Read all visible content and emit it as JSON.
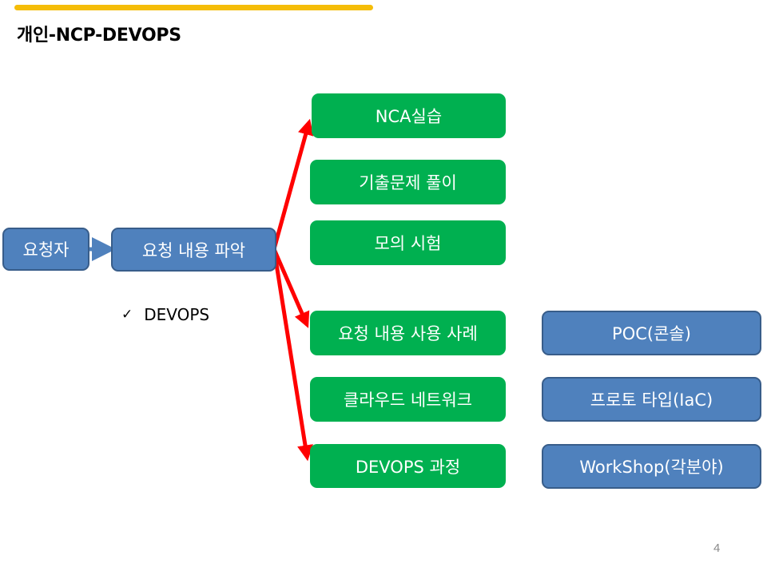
{
  "slide": {
    "title": "개인-NCP-DEVOPS",
    "page_number": "4",
    "accent_color": "#f5bd08"
  },
  "flow": {
    "requester": "요청자",
    "analysis": "요청 내용 파악"
  },
  "checklist": {
    "icon": "check-icon",
    "label": "DEVOPS"
  },
  "green_boxes": [
    {
      "label": "NCA실습"
    },
    {
      "label": "기출문제 풀이"
    },
    {
      "label": "모의 시험"
    },
    {
      "label": "요청 내용 사용 사례"
    },
    {
      "label": "클라우드 네트워크"
    },
    {
      "label": "DEVOPS 과정"
    }
  ],
  "blue_boxes": [
    {
      "label": "POC(콘솔)"
    },
    {
      "label": "프로토 타입(IaC)"
    },
    {
      "label": "WorkShop(각분야)"
    }
  ],
  "colors": {
    "blue_fill": "#4f81bd",
    "blue_border": "#385d8a",
    "green_fill": "#00b050",
    "arrow_red": "#ff0000"
  }
}
